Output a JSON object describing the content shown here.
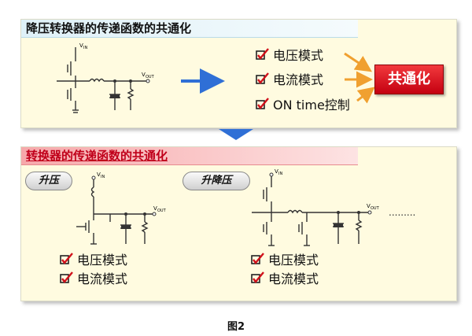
{
  "top_section": {
    "title": "降压转换器的传递函数的共通化",
    "options": [
      "电压模式",
      "电流模式",
      "ON time控制"
    ],
    "result_label": "共通化",
    "vin_label": "V",
    "vin_sub": "IN",
    "vout_label": "V",
    "vout_sub": "OUT"
  },
  "bottom_section": {
    "title": "转换器的传递函数的共通化",
    "boost": {
      "tag": "升压",
      "options": [
        "电压模式",
        "电流模式"
      ],
      "vin_label": "V",
      "vin_sub": "IN",
      "vout_label": "V",
      "vout_sub": "OUT"
    },
    "buck_boost": {
      "tag": "升降压",
      "options": [
        "电压模式",
        "电流模式"
      ],
      "vin_label": "V",
      "vin_sub": "IN",
      "vout_label": "V",
      "vout_sub": "OUT",
      "ellipsis": "........."
    }
  },
  "caption": "图2",
  "colors": {
    "arrow_blue": "#2f6fd6",
    "arrow_orange": "#f0a030",
    "check_red": "#d0101a",
    "unify_red": "#d80010"
  }
}
